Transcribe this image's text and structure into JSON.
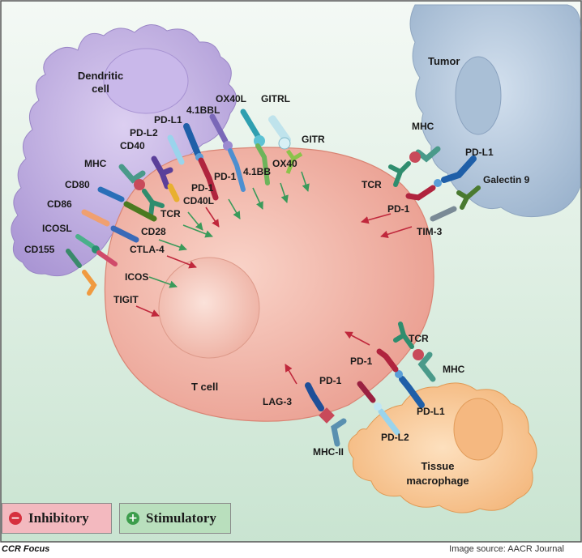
{
  "cells": {
    "dendritic": "Dendritic cell",
    "tumor": "Tumor",
    "tcell": "T cell",
    "macrophage": "Tissue macrophage"
  },
  "labels": {
    "ox40l": "OX40L",
    "gitrl": "GITRL",
    "bb4l": "4.1BBL",
    "pdl1_dc": "PD-L1",
    "pdl2_dc": "PD-L2",
    "cd40": "CD40",
    "mhc_dc": "MHC",
    "cd80": "CD80",
    "cd86": "CD86",
    "icosl": "ICOSL",
    "cd155": "CD155",
    "gitr": "GITR",
    "ox40": "OX40",
    "bb4": "4.1BB",
    "pd1_dc": "PD-1",
    "cd40l": "CD40L",
    "tcr_dc": "TCR",
    "cd28": "CD28",
    "ctla4": "CTLA-4",
    "icos": "ICOS",
    "tigit": "TIGIT",
    "mhc_tumor": "MHC",
    "pdl1_tumor": "PD-L1",
    "galectin9": "Galectin 9",
    "tcr_tumor": "TCR",
    "pd1_tumor": "PD-1",
    "tim3": "TIM-3",
    "tcr_mac": "TCR",
    "mhc_mac": "MHC",
    "pd1_mac1": "PD-1",
    "pd1_mac2": "PD-1",
    "pdl1_mac": "PD-L1",
    "pdl2_mac": "PD-L2",
    "lag3": "LAG-3",
    "mhcii": "MHC-II"
  },
  "legend": {
    "inhibitory": "Inhibitory",
    "stimulatory": "Stimulatory",
    "inhibitory_symbol": "−",
    "stimulatory_symbol": "+"
  },
  "footer": {
    "left": "CCR Focus",
    "right": "Image source: AACR Journal"
  },
  "colors": {
    "inhibitory": "#c0283c",
    "stimulatory": "#3a9a5a",
    "tcell": "#f0a89a",
    "dendritic": "#b9a8de",
    "tumor": "#b3c6dc",
    "macrophage": "#f6c48c",
    "background": "#d9ecde"
  }
}
